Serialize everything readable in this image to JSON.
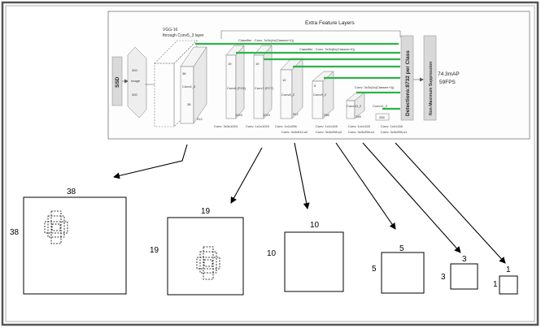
{
  "ssd_diagram": {
    "ssd_label": "SSD",
    "image_label": "Image",
    "image_dims": [
      "300",
      "300"
    ],
    "vgg_title": [
      "VGG-16",
      "through Conv5_3 layer"
    ],
    "extra_title": "Extra Feature Layers",
    "classifier_labels": [
      "Classifier : Conv: 3x3x(4x(Classes+4))",
      "Classifier : Conv: 3x3x(6x(Classes+4))",
      "Conv: 3x3x(4x(Classes+4))"
    ],
    "layers": [
      {
        "name": "Conv4_3",
        "top": "38",
        "side": "38",
        "depth": "512"
      },
      {
        "name": "Conv6 (FC6)",
        "top": "19",
        "side": "19",
        "depth": "1024"
      },
      {
        "name": "Conv7 (FC7)",
        "top": "19",
        "side": "19",
        "depth": "1024"
      },
      {
        "name": "Conv8_2",
        "top": "10",
        "side": "10",
        "depth": "512"
      },
      {
        "name": "Conv9_2",
        "top": "5",
        "side": "5",
        "depth": "256"
      },
      {
        "name": "Conv10_2",
        "top": "3",
        "side": "3",
        "depth": "256"
      },
      {
        "name": "Conv11_2",
        "top": "1",
        "side": "",
        "depth": "256"
      }
    ],
    "conv_labels_row1": [
      "Conv: 3x3x1024",
      "Conv: 1x1x1024",
      "Conv: 1x1x256",
      "Conv: 1x1x128",
      "Conv: 1x1x128",
      "Conv: 1x1x128"
    ],
    "conv_labels_row2": [
      "Conv: 3x3x512-s2",
      "Conv: 3x3x256-s2",
      "Conv: 3x3x256-s1",
      "Conv: 3x3x256-s1"
    ],
    "detections": "Detections:8732 per Class",
    "nms": "Non-Maximum Suppression",
    "map": "74.3mAP",
    "fps": "59FPS"
  },
  "grids": [
    {
      "top": "38",
      "side": "38"
    },
    {
      "top": "19",
      "side": "19"
    },
    {
      "top": "10",
      "side": "10"
    },
    {
      "top": "5",
      "side": "5"
    },
    {
      "top": "3",
      "side": "3"
    },
    {
      "top": "1",
      "side": "1"
    }
  ],
  "colors": {
    "frame": "#555555",
    "accent_green": "#2db34a",
    "line": "#000000"
  }
}
